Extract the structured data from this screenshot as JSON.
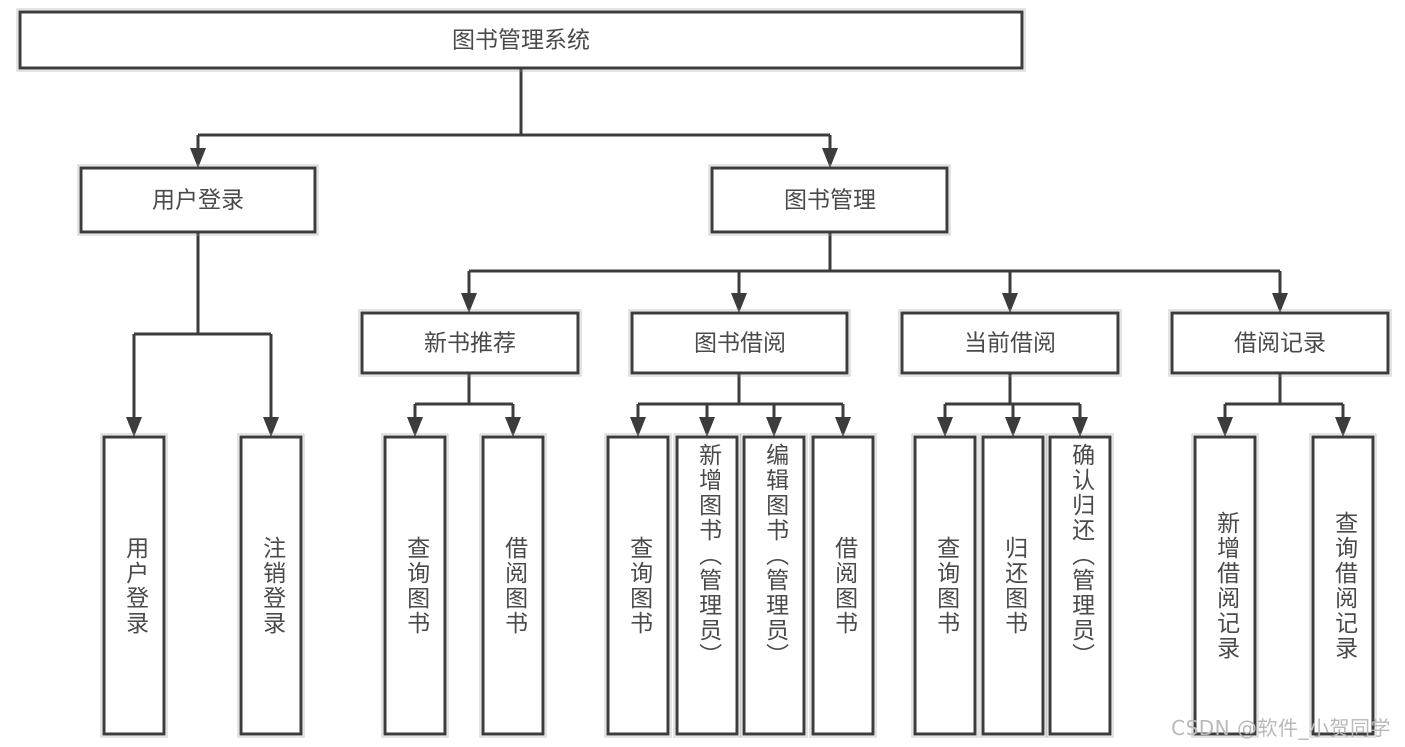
{
  "chart_data": {
    "type": "diagram",
    "diagram_kind": "hierarchy-tree",
    "title": "图书管理系统",
    "orientation": "top-down",
    "levels": 4,
    "node_count": 20,
    "colors": {
      "box_fill": "#ffffff",
      "box_stroke": "#3c3c3c",
      "connector": "#3c3c3c",
      "label_text": "#4a4a4a",
      "watermark": "#b9b9b9",
      "background": "#ffffff"
    },
    "nodes": [
      {
        "id": "root",
        "label": "图书管理系统",
        "level": 0,
        "parent": null,
        "orient": "horizontal"
      },
      {
        "id": "login",
        "label": "用户登录",
        "level": 1,
        "parent": "root",
        "orient": "horizontal"
      },
      {
        "id": "bookmgr",
        "label": "图书管理",
        "level": 1,
        "parent": "root",
        "orient": "horizontal"
      },
      {
        "id": "newrec",
        "label": "新书推荐",
        "level": 2,
        "parent": "bookmgr",
        "orient": "horizontal"
      },
      {
        "id": "borrow",
        "label": "图书借阅",
        "level": 2,
        "parent": "bookmgr",
        "orient": "horizontal"
      },
      {
        "id": "current",
        "label": "当前借阅",
        "level": 2,
        "parent": "bookmgr",
        "orient": "horizontal"
      },
      {
        "id": "records",
        "label": "借阅记录",
        "level": 2,
        "parent": "bookmgr",
        "orient": "horizontal"
      },
      {
        "id": "l1",
        "label": "用户登录",
        "level": 3,
        "parent": "login",
        "orient": "vertical"
      },
      {
        "id": "l2",
        "label": "注销登录",
        "level": 3,
        "parent": "login",
        "orient": "vertical"
      },
      {
        "id": "l3",
        "label": "查询图书",
        "level": 3,
        "parent": "newrec",
        "orient": "vertical"
      },
      {
        "id": "l4",
        "label": "借阅图书",
        "level": 3,
        "parent": "newrec",
        "orient": "vertical"
      },
      {
        "id": "l5",
        "label": "查询图书",
        "level": 3,
        "parent": "borrow",
        "orient": "vertical"
      },
      {
        "id": "l6",
        "label": "新增图书（管理员）",
        "level": 3,
        "parent": "borrow",
        "orient": "vertical"
      },
      {
        "id": "l7",
        "label": "编辑图书（管理员）",
        "level": 3,
        "parent": "borrow",
        "orient": "vertical"
      },
      {
        "id": "l8",
        "label": "借阅图书",
        "level": 3,
        "parent": "borrow",
        "orient": "vertical"
      },
      {
        "id": "l9",
        "label": "查询图书",
        "level": 3,
        "parent": "current",
        "orient": "vertical"
      },
      {
        "id": "l10",
        "label": "归还图书",
        "level": 3,
        "parent": "current",
        "orient": "vertical"
      },
      {
        "id": "l11",
        "label": "确认归还（管理员）",
        "level": 3,
        "parent": "current",
        "orient": "vertical"
      },
      {
        "id": "l12",
        "label": "新增借阅记录",
        "level": 3,
        "parent": "records",
        "orient": "vertical"
      },
      {
        "id": "l13",
        "label": "查询借阅记录",
        "level": 3,
        "parent": "records",
        "orient": "vertical"
      }
    ]
  },
  "diagram": {
    "root": {
      "label": "图书管理系统"
    },
    "level1": [
      {
        "label": "用户登录"
      },
      {
        "label": "图书管理"
      }
    ],
    "level2": [
      {
        "label": "新书推荐"
      },
      {
        "label": "图书借阅"
      },
      {
        "label": "当前借阅"
      },
      {
        "label": "借阅记录"
      }
    ],
    "leaves": [
      {
        "label": "用户登录"
      },
      {
        "label": "注销登录"
      },
      {
        "label": "查询图书"
      },
      {
        "label": "借阅图书"
      },
      {
        "label": "查询图书"
      },
      {
        "label": "新增图书（管理员）"
      },
      {
        "label": "编辑图书（管理员）"
      },
      {
        "label": "借阅图书"
      },
      {
        "label": "查询图书"
      },
      {
        "label": "归还图书"
      },
      {
        "label": "确认归还（管理员）"
      },
      {
        "label": "新增借阅记录"
      },
      {
        "label": "查询借阅记录"
      }
    ]
  },
  "watermark": {
    "text": "CSDN @软件_小贺同学"
  }
}
